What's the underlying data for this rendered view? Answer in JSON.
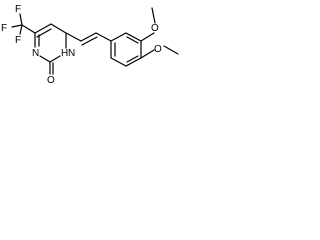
{
  "structure": {
    "atoms": {
      "f_top": "F",
      "f_left": "F",
      "f_bottom": "F",
      "n_ring": "N",
      "nh_ring": "H",
      "nh_ring_n": "N",
      "o_carbonyl": "O",
      "o_methoxy_top": "O",
      "o_methoxy_right": "O"
    }
  }
}
